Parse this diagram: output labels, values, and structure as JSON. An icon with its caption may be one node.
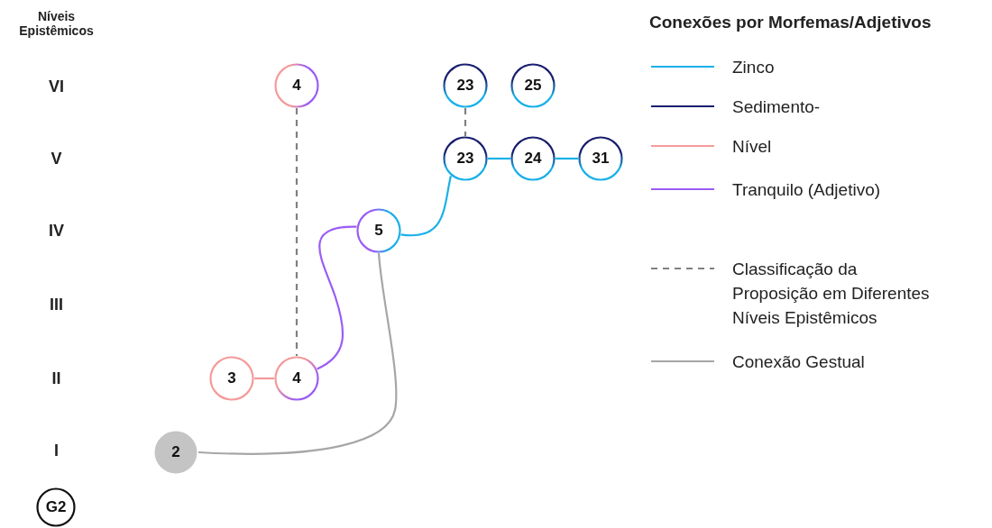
{
  "diagram": {
    "nodes": [
      {
        "text": [
          "4"
        ]
      },
      {
        "text": [
          "23"
        ]
      },
      {
        "text": [
          "25"
        ]
      },
      {
        "text": [
          "23"
        ]
      },
      {
        "text": [
          "24"
        ]
      },
      {
        "text": [
          "31"
        ]
      },
      {
        "text": [
          "5"
        ]
      },
      {
        "text": [
          "3"
        ]
      },
      {
        "text": [
          "4"
        ]
      },
      {
        "text": [
          "2"
        ]
      },
      {
        "text": [
          "G2"
        ]
      }
    ],
    "edges": [
      {
        "from": 0,
        "to": 8,
        "arrow": "none",
        "style": "dashed",
        "color": "#808080"
      },
      {
        "from": 1,
        "to": 3,
        "arrow": "none",
        "style": "dashed",
        "color": "#808080"
      },
      {
        "from": 3,
        "to": 4,
        "arrow": "none"
      },
      {
        "from": 4,
        "to": 5,
        "arrow": "none"
      },
      {
        "from": 6,
        "to": 3,
        "arrow": "none"
      },
      {
        "from": 7,
        "to": 8,
        "arrow": "none",
        "color": "#f59a9a"
      },
      {
        "from": 8,
        "to": 6,
        "arrow": "none",
        "color": "#9a5cf5"
      },
      {
        "from": 6,
        "to": 9,
        "arrow": "none",
        "color": "#a6a6a6"
      }
    ],
    "labels": [
      "Níveis Epistêmicos",
      "Conexões por Morfemas/Adjetivos",
      "VI",
      "V",
      "IV",
      "III",
      "II",
      "I"
    ],
    "legend": [
      {
        "text": "Zinco",
        "color": "#1ab0e8"
      },
      {
        "text": "Sedimento-",
        "color": "#1a1f6e"
      },
      {
        "text": "Nível",
        "color": "#f59a9a"
      },
      {
        "text": "Tranquilo (Adjetivo)",
        "color": "#9a5cf5"
      },
      {
        "text": "Classificação da Proposição em Diferentes Níveis Epistêmicos"
      },
      {
        "text": "Conexão Gestual"
      }
    ]
  }
}
